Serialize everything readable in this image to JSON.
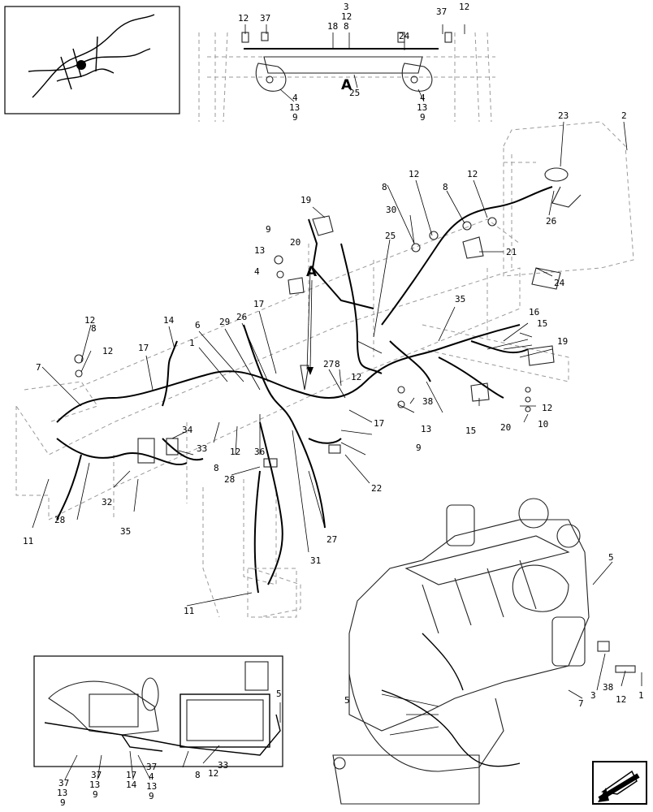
{
  "callouts": [
    "12",
    "37",
    "3",
    "12",
    "8",
    "18",
    "37",
    "12",
    "24",
    "25",
    "4",
    "13",
    "9",
    "4",
    "13",
    "9",
    "23",
    "2",
    "26",
    "12",
    "8",
    "12",
    "19",
    "30",
    "25",
    "8",
    "20",
    "9",
    "13",
    "4",
    "21",
    "24",
    "35",
    "16",
    "15",
    "19",
    "14",
    "17",
    "29",
    "26",
    "6",
    "1",
    "17",
    "27",
    "8",
    "12",
    "12",
    "8",
    "12",
    "7",
    "17",
    "38",
    "13",
    "9",
    "15",
    "20",
    "12",
    "10",
    "33",
    "34",
    "36",
    "12",
    "8",
    "28",
    "22",
    "27",
    "31",
    "32",
    "35",
    "28",
    "11",
    "11",
    "5",
    "5",
    "7",
    "3",
    "38",
    "12",
    "1",
    "5",
    "37",
    "13",
    "9",
    "37",
    "13",
    "9",
    "17",
    "14",
    "37",
    "4",
    "13",
    "9",
    "8",
    "12",
    "33"
  ],
  "view_marker": "A",
  "detail_a_marker": "A"
}
